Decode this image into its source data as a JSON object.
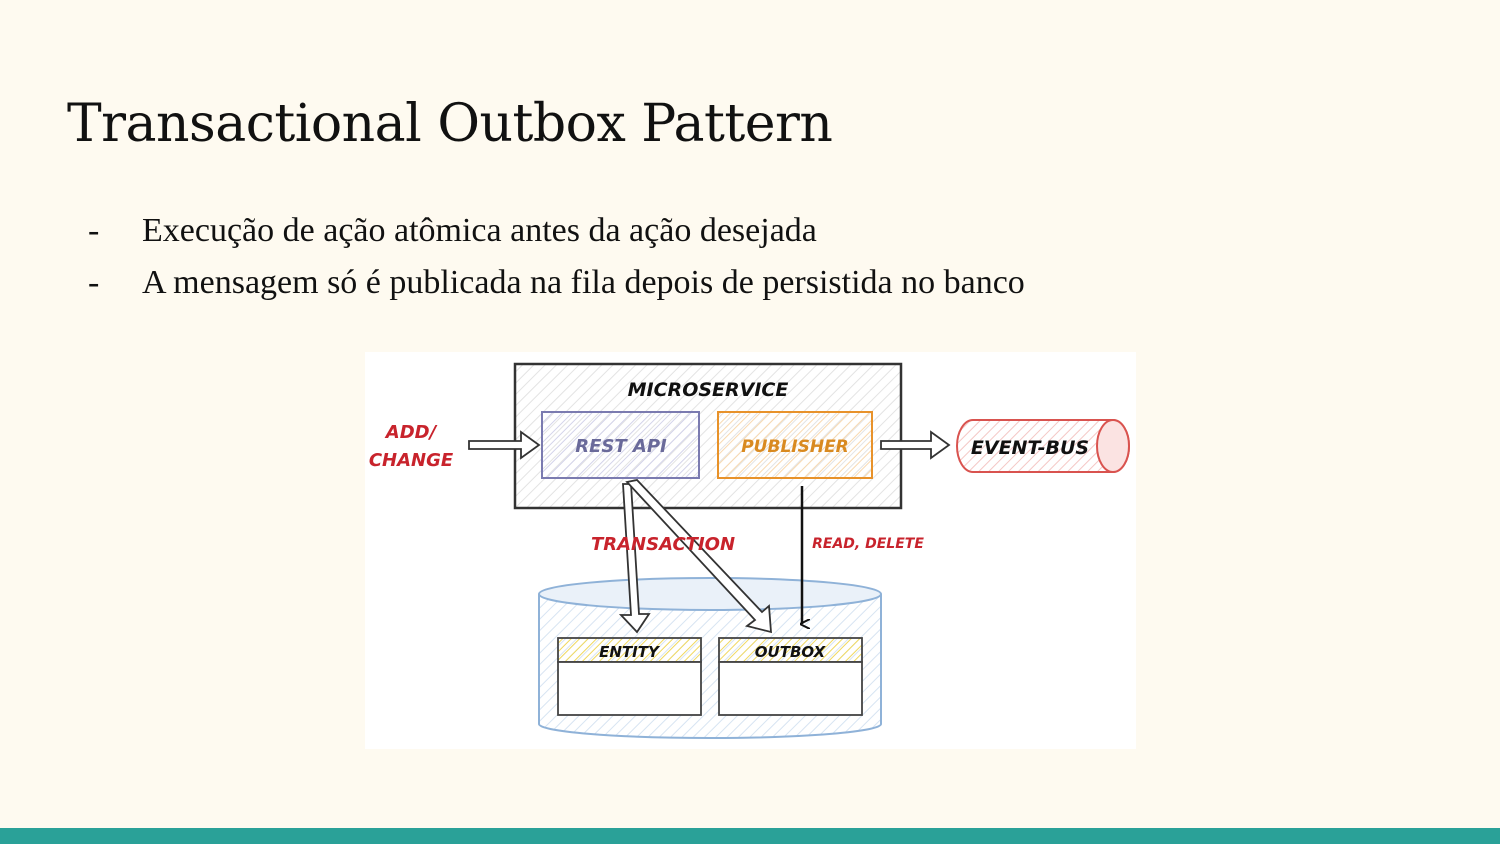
{
  "slide": {
    "title": "Transactional Outbox Pattern",
    "bullets": [
      {
        "marker": "-",
        "text": "Execução de ação atômica antes da ação desejada"
      },
      {
        "marker": "-",
        "text": "A mensagem só é publicada na fila depois de persistida no banco"
      }
    ]
  },
  "diagram": {
    "add_change_line1": "ADD/",
    "add_change_line2": "CHANGE",
    "microservice": "MICROSERVICE",
    "rest_api": "REST API",
    "publisher": "PUBLISHER",
    "event_bus": "EVENT-BUS",
    "transaction": "TRANSACTION",
    "read_delete": "READ, DELETE",
    "entity": "ENTITY",
    "outbox": "OUTBOX"
  },
  "colors": {
    "background": "#fefaf0",
    "footer": "#2aa198",
    "red_label": "#c8232c",
    "rest_api_border": "#7b7bb0",
    "publisher_border": "#e8922a",
    "event_bus": "#d9534f",
    "database": "#8fb2d8",
    "table_header": "#f3e27a"
  }
}
